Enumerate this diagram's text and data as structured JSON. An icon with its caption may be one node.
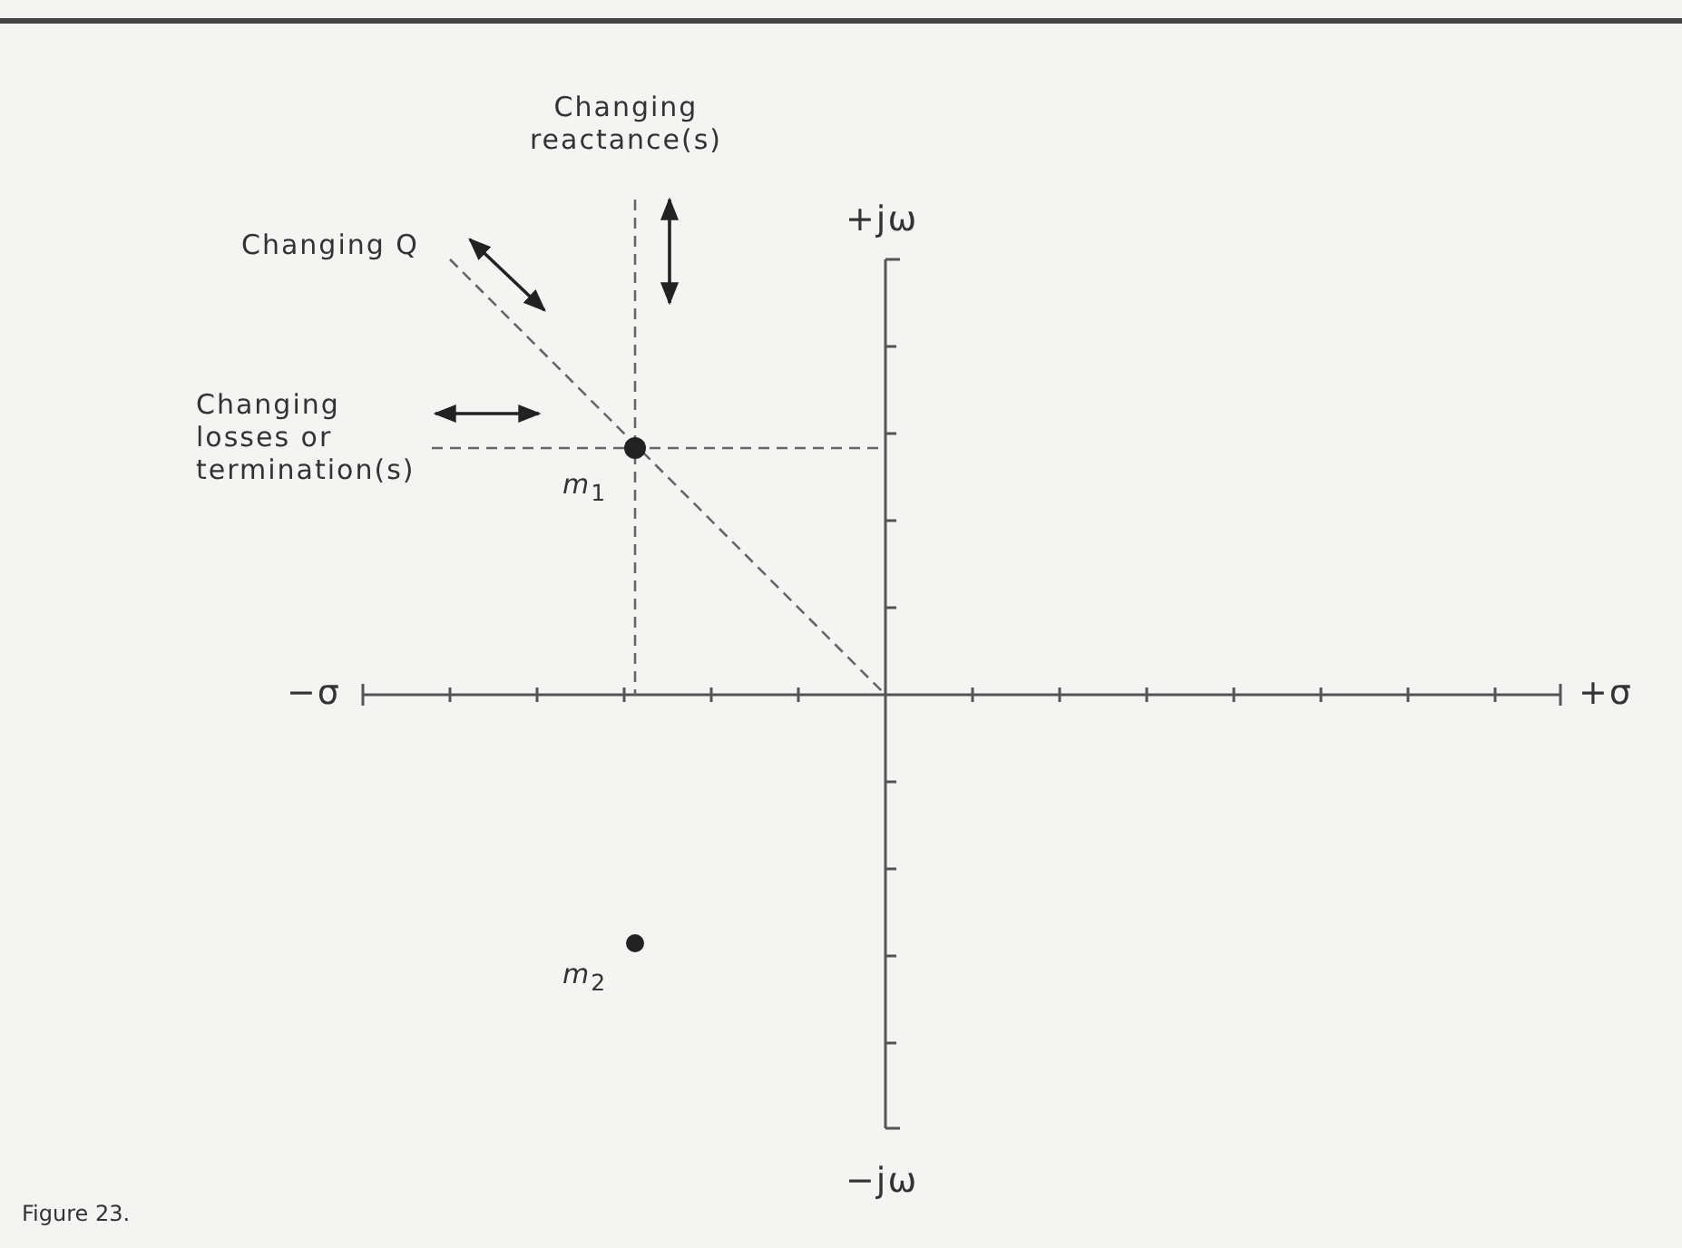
{
  "diagram": {
    "caption": "Figure 23.",
    "nodes": [
      {
        "text": [],
        "shape": "circle"
      },
      {
        "text": [],
        "shape": "circle"
      }
    ],
    "edges": [],
    "labels": [
      "Changing reactance(s)",
      "Changing Q",
      "+jω",
      "Changing losses or termination(s)",
      "*m*$_{1}$",
      "−σ",
      "+σ",
      "*m*$_{2}$",
      "−jω"
    ]
  }
}
